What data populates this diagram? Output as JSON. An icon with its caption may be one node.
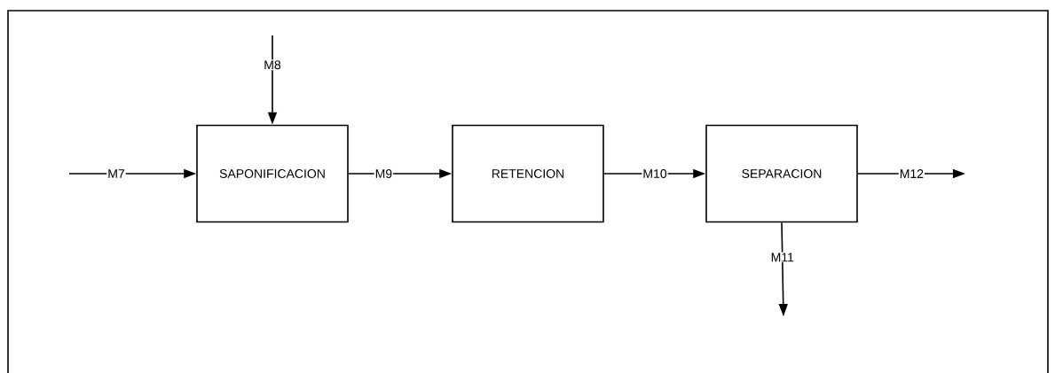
{
  "diagram": {
    "nodes": [
      {
        "text": [
          "SAPONIFICACION"
        ]
      },
      {
        "text": [
          "RETENCION"
        ]
      },
      {
        "text": [
          "SEPARACION"
        ]
      }
    ],
    "edges": [
      {
        "from": null,
        "to": 0,
        "arrow": "to",
        "label": "M7"
      },
      {
        "from": null,
        "to": 0,
        "arrow": "to",
        "label": "M8"
      },
      {
        "from": 0,
        "to": 1,
        "arrow": "to",
        "label": "M9"
      },
      {
        "from": 1,
        "to": 2,
        "arrow": "to",
        "label": "M10"
      },
      {
        "from": 2,
        "to": null,
        "arrow": "to",
        "label": "M12"
      },
      {
        "from": 2,
        "to": null,
        "arrow": "to",
        "label": "M11"
      }
    ]
  }
}
